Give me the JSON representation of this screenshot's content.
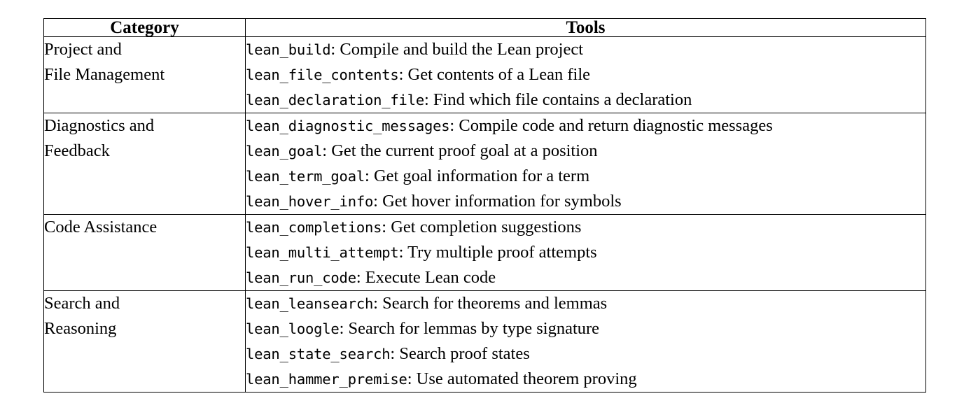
{
  "table": {
    "headers": {
      "category": "Category",
      "tools": "Tools"
    },
    "sections": [
      {
        "category_lines": [
          "Project and",
          "File Management"
        ],
        "tools": [
          {
            "name": "lean_build",
            "sep": ": ",
            "desc": "Compile and build the Lean project"
          },
          {
            "name": "lean_file_contents",
            "sep": ": ",
            "desc": "Get contents of a Lean file"
          },
          {
            "name": "lean_declaration_file",
            "sep": ": ",
            "desc": "Find which file contains a declaration"
          }
        ]
      },
      {
        "category_lines": [
          "Diagnostics and",
          "Feedback"
        ],
        "tools": [
          {
            "name": "lean_diagnostic_messages",
            "sep": ": ",
            "desc": "Compile code and return diagnostic messages"
          },
          {
            "name": "lean_goal",
            "sep": ": ",
            "desc": "Get the current proof goal at a position"
          },
          {
            "name": "lean_term_goal",
            "sep": ": ",
            "desc": "Get goal information for a term"
          },
          {
            "name": "lean_hover_info",
            "sep": ": ",
            "desc": "Get hover information for symbols"
          }
        ]
      },
      {
        "category_lines": [
          "Code Assistance"
        ],
        "tools": [
          {
            "name": "lean_completions",
            "sep": ": ",
            "desc": "Get completion suggestions"
          },
          {
            "name": "lean_multi_attempt",
            "sep": ": ",
            "desc": "Try multiple proof attempts"
          },
          {
            "name": "lean_run_code",
            "sep": ": ",
            "desc": "Execute Lean code"
          }
        ]
      },
      {
        "category_lines": [
          "Search and",
          "Reasoning"
        ],
        "tools": [
          {
            "name": "lean_leansearch",
            "sep": ": ",
            "desc": "Search for theorems and lemmas"
          },
          {
            "name": "lean_loogle",
            "sep": ": ",
            "desc": "Search for lemmas by type signature"
          },
          {
            "name": "lean_state_search",
            "sep": ": ",
            "desc": "Search proof states"
          },
          {
            "name": "lean_hammer_premise",
            "sep": ": ",
            "desc": "Use automated theorem proving"
          }
        ]
      }
    ]
  },
  "colors": {
    "border": "#000000",
    "text": "#000000",
    "background": "#ffffff"
  }
}
